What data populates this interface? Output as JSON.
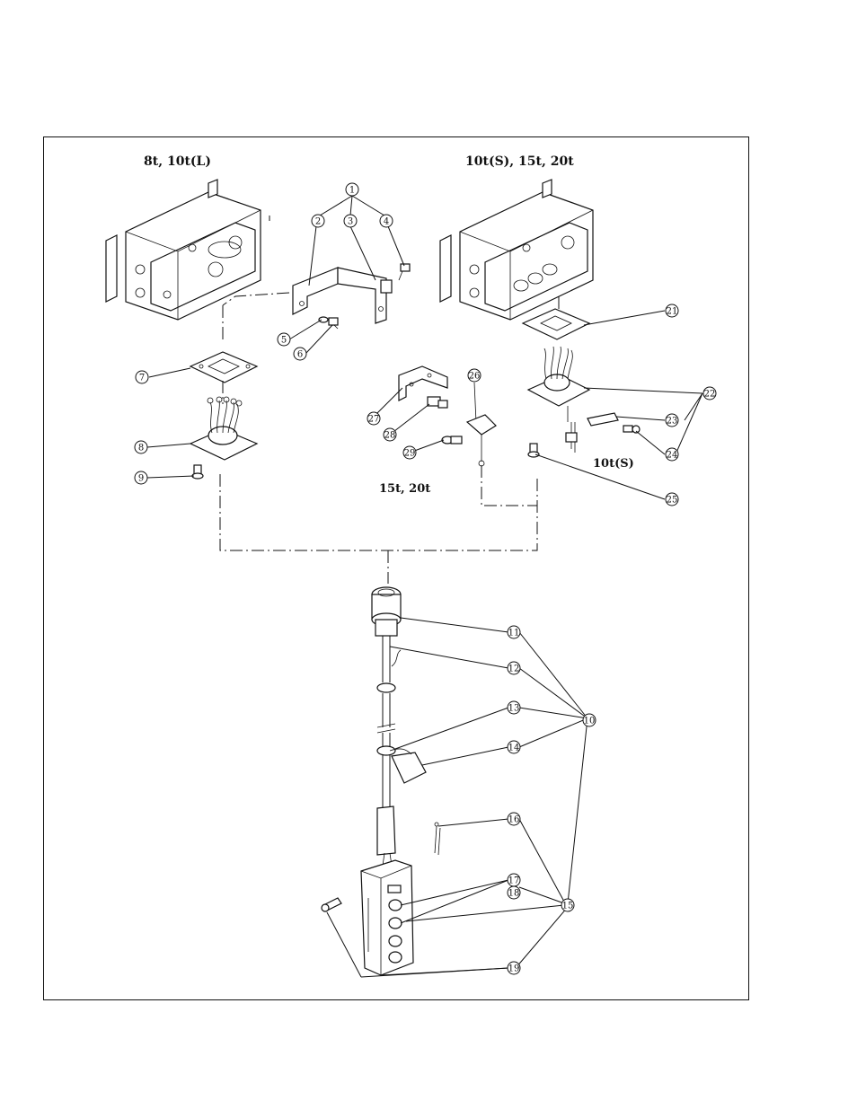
{
  "headers": {
    "left": "8t, 10t(L)",
    "right": "10t(S), 15t, 20t",
    "mid": "15t, 20t",
    "variant": "10t(S)"
  },
  "callouts": [
    "1",
    "2",
    "3",
    "4",
    "5",
    "6",
    "7",
    "8",
    "9",
    "10",
    "11",
    "12",
    "13",
    "14",
    "15",
    "16",
    "17",
    "18",
    "19",
    "21",
    "22",
    "23",
    "24",
    "25",
    "26",
    "27",
    "28",
    "29"
  ]
}
